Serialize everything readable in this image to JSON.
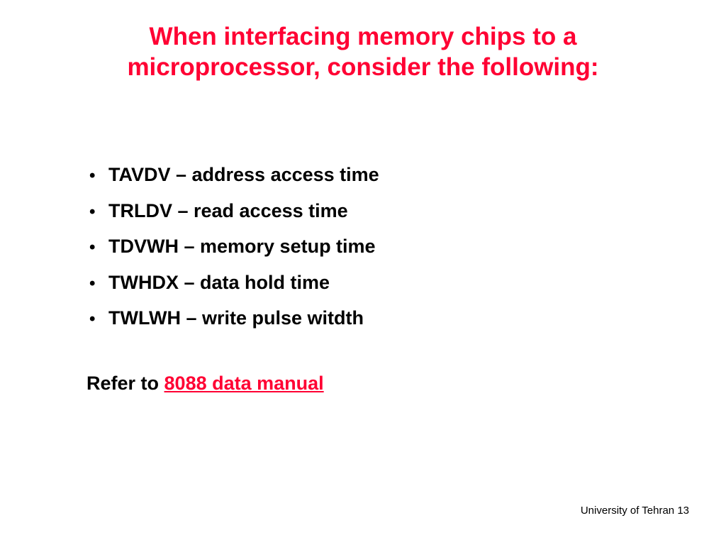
{
  "slide": {
    "title_lines": [
      "When interfacing memory chips to a",
      "microprocessor, consider the following:"
    ],
    "bullet_symbol": "•",
    "bullets": [
      "TAVDV – address access time",
      "TRLDV – read access time",
      "TDVWH – memory setup time",
      "TWHDX – data hold time",
      "TWLWH – write pulse witdth"
    ],
    "refer": {
      "prefix": "Refer to",
      "link_text": "8088 data manual"
    },
    "footer": {
      "institution": "University of Tehran",
      "page_number": "13"
    }
  },
  "colors": {
    "title": "#ff0033",
    "link": "#ff0033",
    "body_text": "#000000",
    "background": "#ffffff"
  }
}
